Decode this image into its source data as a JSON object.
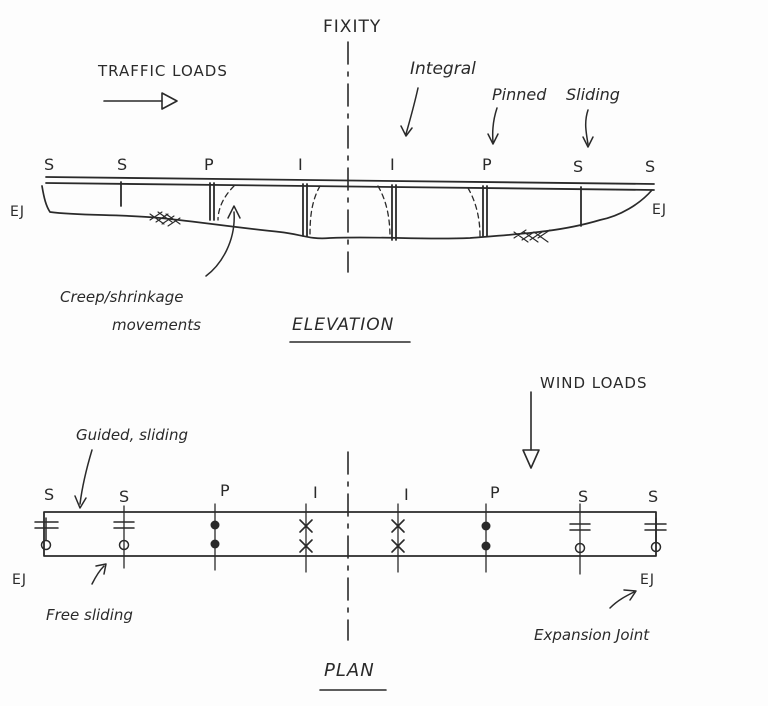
{
  "fixity_label": "FIXITY",
  "elevation": {
    "title": "ELEVATION",
    "traffic_label": "TRAFFIC LOADS",
    "integral_label": "Integral",
    "pinned_label": "Pinned",
    "sliding_label": "Sliding",
    "bearing_codes": [
      "S",
      "S",
      "P",
      "I",
      "I",
      "P",
      "S",
      "S"
    ],
    "ej_left": "EJ",
    "ej_right": "EJ",
    "creep_line1": "Creep/shrinkage",
    "creep_line2": "movements"
  },
  "plan": {
    "title": "PLAN",
    "wind_label": "WIND LOADS",
    "guided_label": "Guided, sliding",
    "free_label": "Free sliding",
    "expansion_label": "Expansion Joint",
    "bearing_codes": [
      "S",
      "S",
      "P",
      "I",
      "I",
      "P",
      "S",
      "S"
    ],
    "ej_left": "EJ",
    "ej_right": "EJ"
  }
}
